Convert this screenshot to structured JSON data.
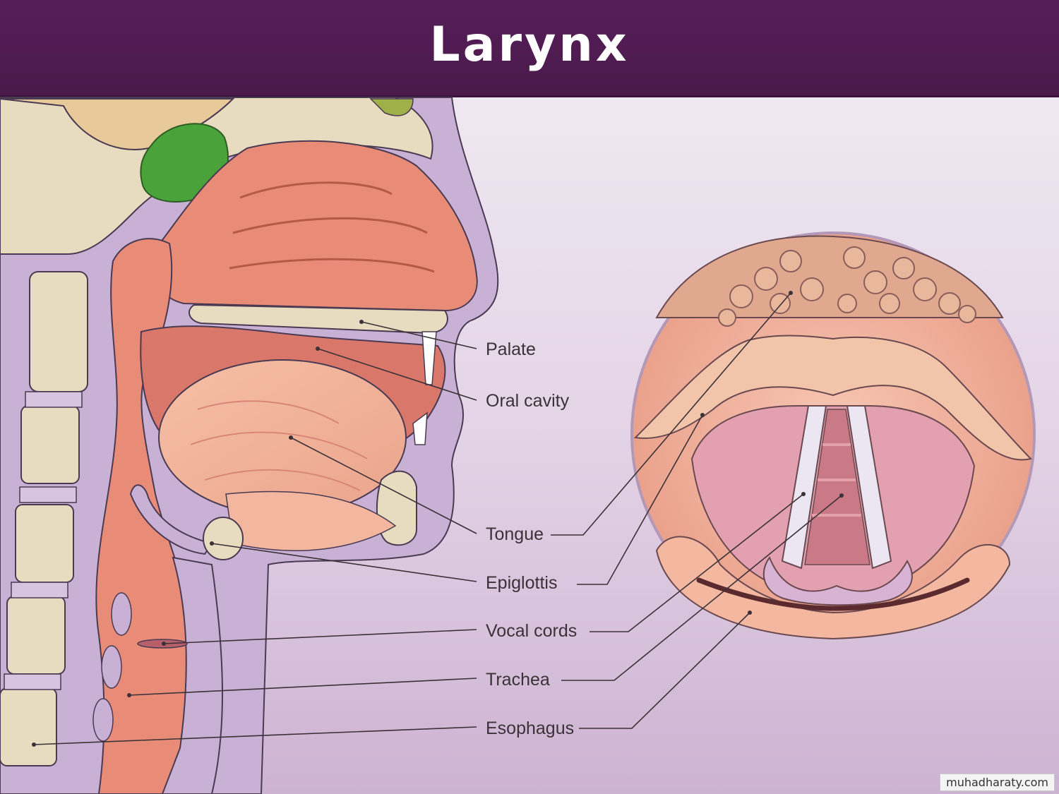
{
  "title": "Larynx",
  "labels": {
    "palate": "Palate",
    "oral_cavity": "Oral cavity",
    "tongue": "Tongue",
    "epiglottis": "Epiglottis",
    "vocal_cords": "Vocal cords",
    "trachea": "Trachea",
    "esophagus": "Esophagus"
  },
  "watermark": "muhadharaty.com",
  "colors": {
    "title_bar": "#4f1b52",
    "tissue_pink": "#e88c78",
    "membrane_lilac": "#c9b1d6",
    "bone": "#ece3c6",
    "sinus_green": "#4aa33a"
  }
}
